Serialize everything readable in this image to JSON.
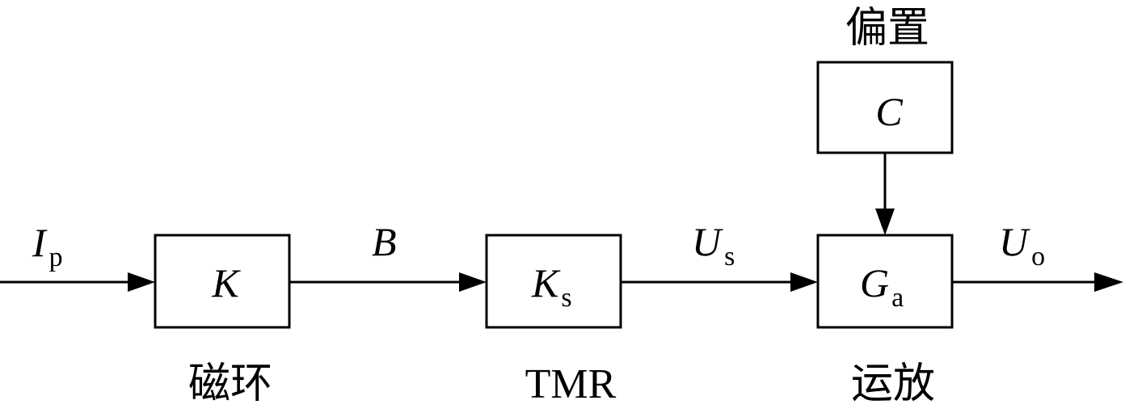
{
  "signals": {
    "input": {
      "symbol": "I",
      "subscript": "p"
    },
    "after_ring": {
      "symbol": "B"
    },
    "after_tmr": {
      "symbol": "U",
      "subscript": "s"
    },
    "output": {
      "symbol": "U",
      "subscript": "o"
    }
  },
  "blocks": {
    "ring": {
      "symbol": "K",
      "label": "磁环"
    },
    "tmr": {
      "symbol": "K",
      "subscript": "s",
      "label": "TMR"
    },
    "amp": {
      "symbol": "G",
      "subscript": "a",
      "label": "运放"
    },
    "bias": {
      "symbol": "C",
      "label": "偏置"
    }
  }
}
